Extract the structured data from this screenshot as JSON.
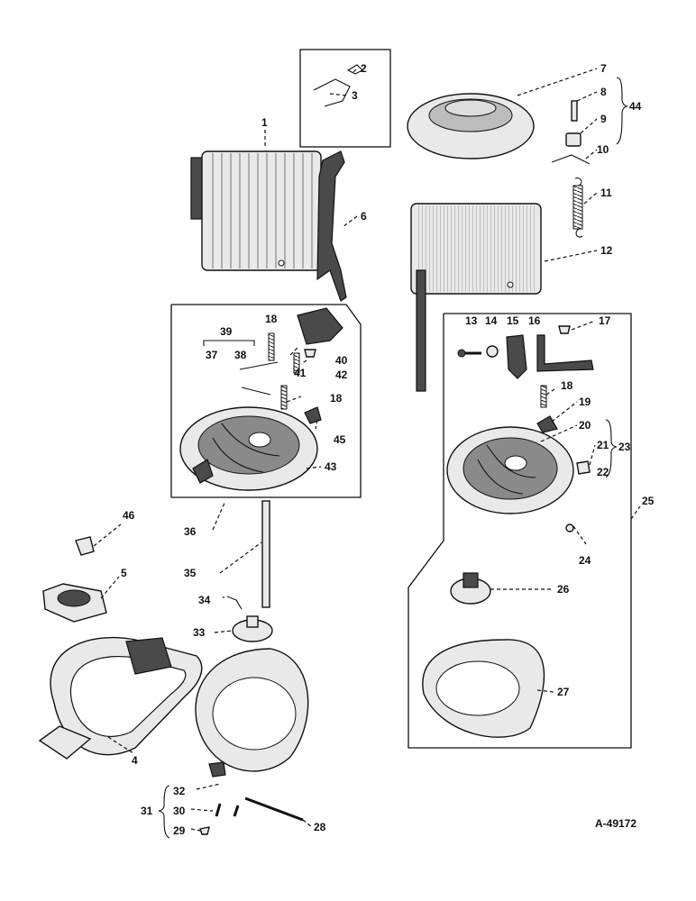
{
  "figure_number": "A-49172",
  "callouts": {
    "c1": "1",
    "c2": "2",
    "c3": "3",
    "c4": "4",
    "c5": "5",
    "c6": "6",
    "c7": "7",
    "c8": "8",
    "c9": "9",
    "c10": "10",
    "c11": "11",
    "c12": "12",
    "c13": "13",
    "c14": "14",
    "c15": "15",
    "c16": "16",
    "c17": "17",
    "c18a": "18",
    "c18b": "18",
    "c18c": "18",
    "c19": "19",
    "c20": "20",
    "c21": "21",
    "c22": "22",
    "c23": "23",
    "c24": "24",
    "c25": "25",
    "c26": "26",
    "c27": "27",
    "c28": "28",
    "c29": "29",
    "c30": "30",
    "c31": "31",
    "c32": "32",
    "c33": "33",
    "c34": "34",
    "c35": "35",
    "c36": "36",
    "c37": "37",
    "c38": "38",
    "c39": "39",
    "c40": "40",
    "c41": "41",
    "c42": "42",
    "c43": "43",
    "c44": "44",
    "c45": "45",
    "c46": "46"
  }
}
